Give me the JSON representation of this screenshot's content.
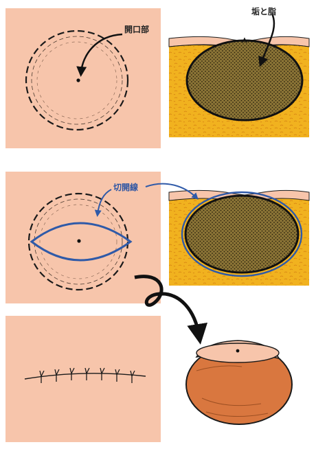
{
  "labels": {
    "opening": "開口部",
    "sebum": "垢と脂",
    "incision": "切開線"
  },
  "colors": {
    "skin": "#f7c5ab",
    "fat": "#f1b21f",
    "cyst_fill": "#8b7436",
    "incision_line": "#2f5aa8",
    "capsule": "#d9773f",
    "outline": "#1a1a1a"
  },
  "icons": {
    "arrow": "curved-arrow-icon",
    "hook": "hook-arrow-icon"
  }
}
